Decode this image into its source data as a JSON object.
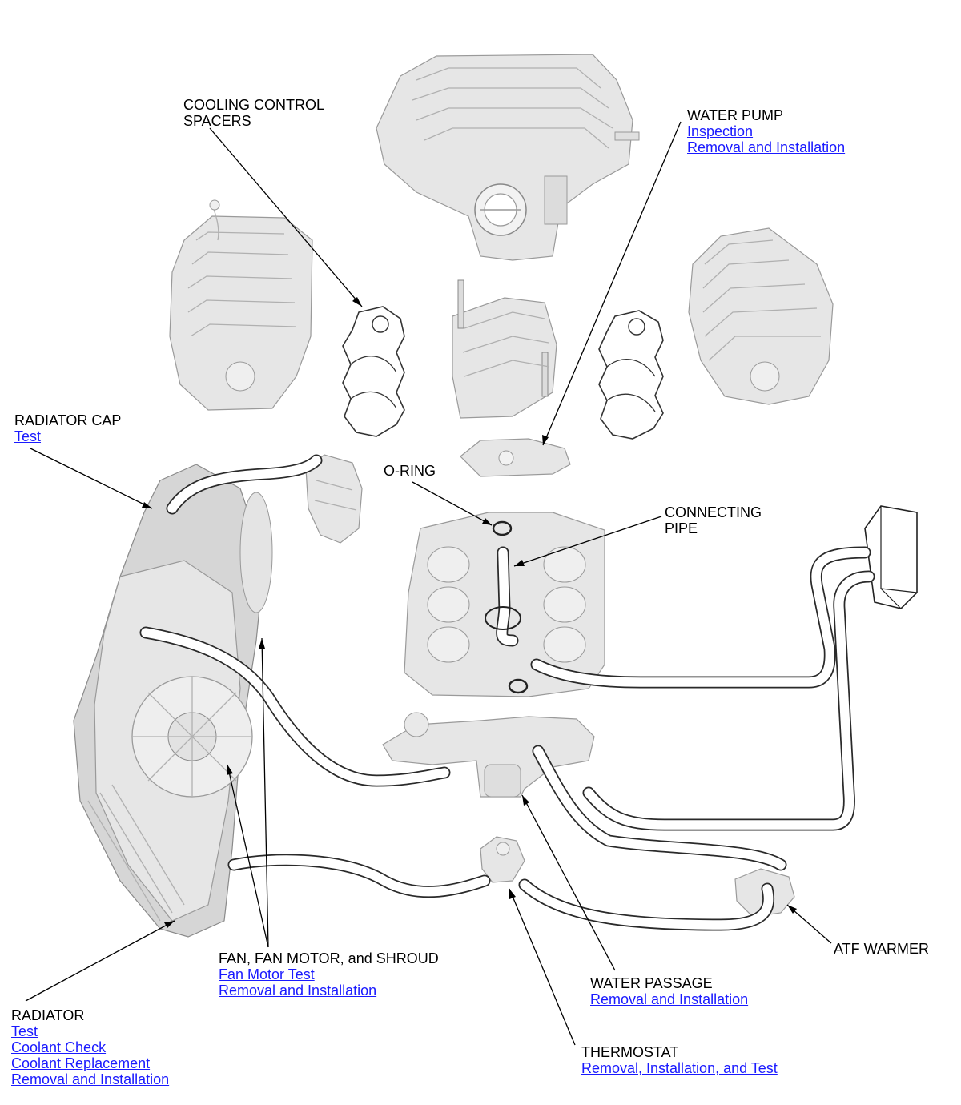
{
  "callouts": {
    "cooling_control_spacers": {
      "lines": [
        "COOLING CONTROL",
        "SPACERS"
      ]
    },
    "water_pump": {
      "title": "WATER PUMP",
      "links": [
        "Inspection",
        "Removal and Installation"
      ]
    },
    "radiator_cap": {
      "title": "RADIATOR CAP",
      "links": [
        "Test"
      ]
    },
    "o_ring": {
      "title": "O-RING"
    },
    "connecting_pipe": {
      "lines": [
        "CONNECTING",
        "PIPE"
      ]
    },
    "fan": {
      "title": "FAN, FAN MOTOR, and SHROUD",
      "links": [
        "Fan Motor Test",
        "Removal and Installation"
      ]
    },
    "radiator": {
      "title": "RADIATOR",
      "links": [
        "Test",
        "Coolant Check",
        "Coolant Replacement",
        "Removal and Installation"
      ]
    },
    "water_passage": {
      "title": "WATER PASSAGE",
      "links": [
        "Removal and Installation"
      ]
    },
    "thermostat": {
      "title": "THERMOSTAT",
      "links": [
        "Removal, Installation, and Test"
      ]
    },
    "atf_warmer": {
      "title": "ATF WARMER"
    }
  },
  "colors": {
    "link": "#1a1aff",
    "text": "#000000",
    "part_fill": "#e6e6e6",
    "hose_outline": "#2a2a2a"
  }
}
